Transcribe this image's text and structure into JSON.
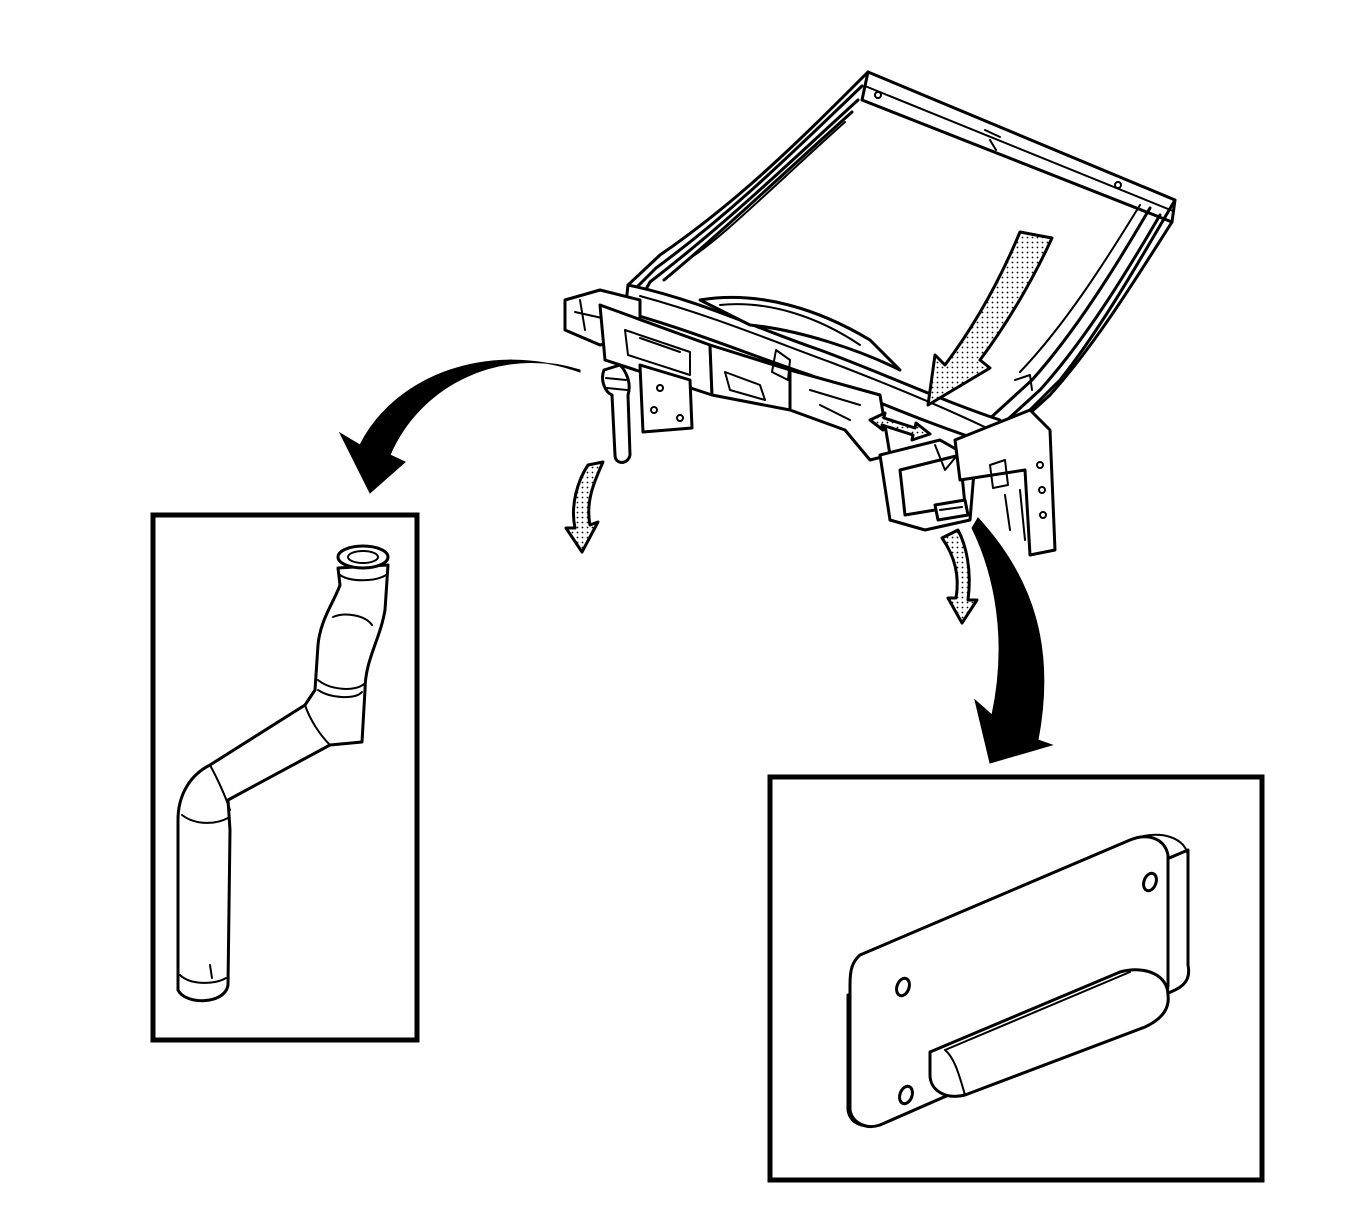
{
  "colors": {
    "line": "#000000",
    "background": "#ffffff"
  },
  "parts": [
    {
      "id": "radiator-support-assembly"
    },
    {
      "id": "radiator-outlet-pipe"
    },
    {
      "id": "radiator-support-pad"
    }
  ]
}
